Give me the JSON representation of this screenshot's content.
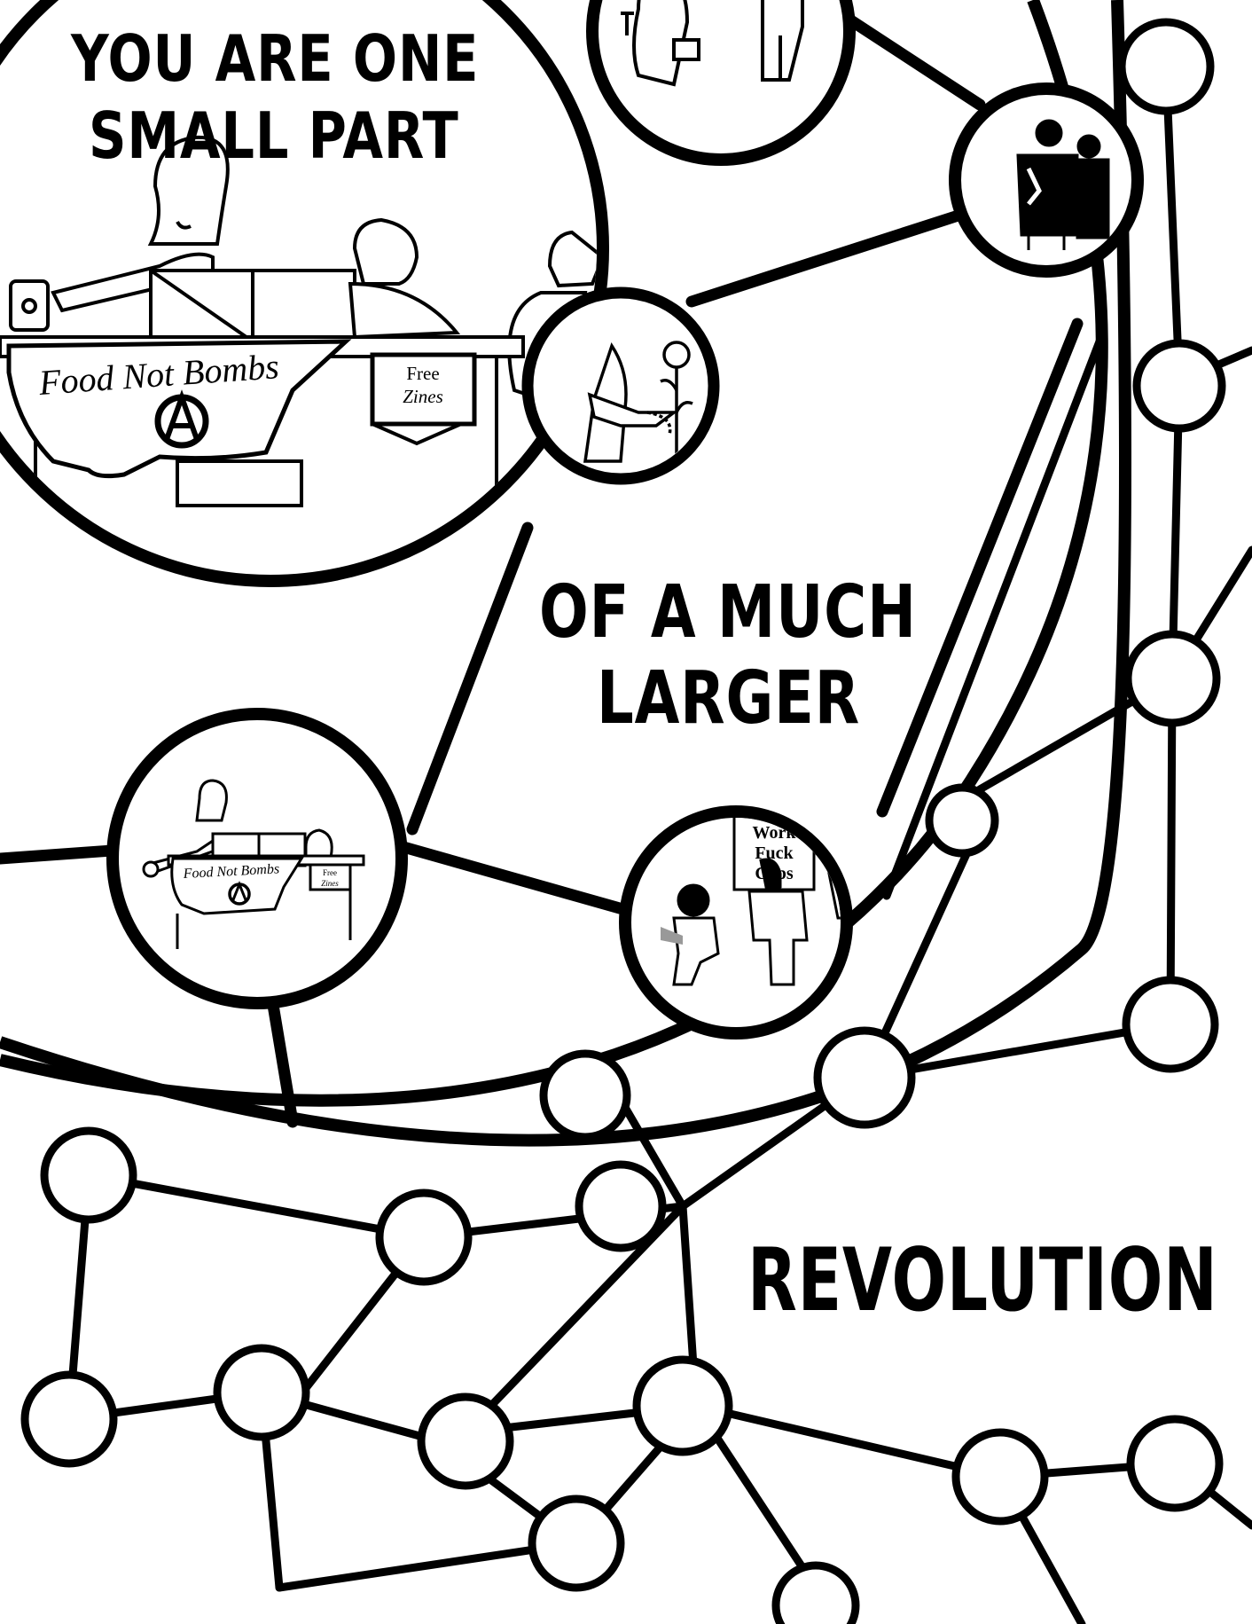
{
  "headline": {
    "line1": "YOU ARE ONE",
    "line2": "SMALL PART",
    "line3": "OF A MUCH",
    "line4": "LARGER",
    "line5": "REVOLUTION"
  },
  "scene_large": {
    "banner_text": "Food Not Bombs",
    "sign_line1": "Free",
    "sign_line2": "Zines"
  },
  "scene_small": {
    "banner_text": "Food Not Bombs",
    "sign_line1": "Free",
    "sign_line2": "Zines"
  },
  "scene_poster": {
    "lines": [
      "Fuck",
      "Work",
      "Fuck",
      "Cops"
    ]
  },
  "colors": {
    "ink": "#000000",
    "paper": "#ffffff",
    "spray": "#999999"
  }
}
